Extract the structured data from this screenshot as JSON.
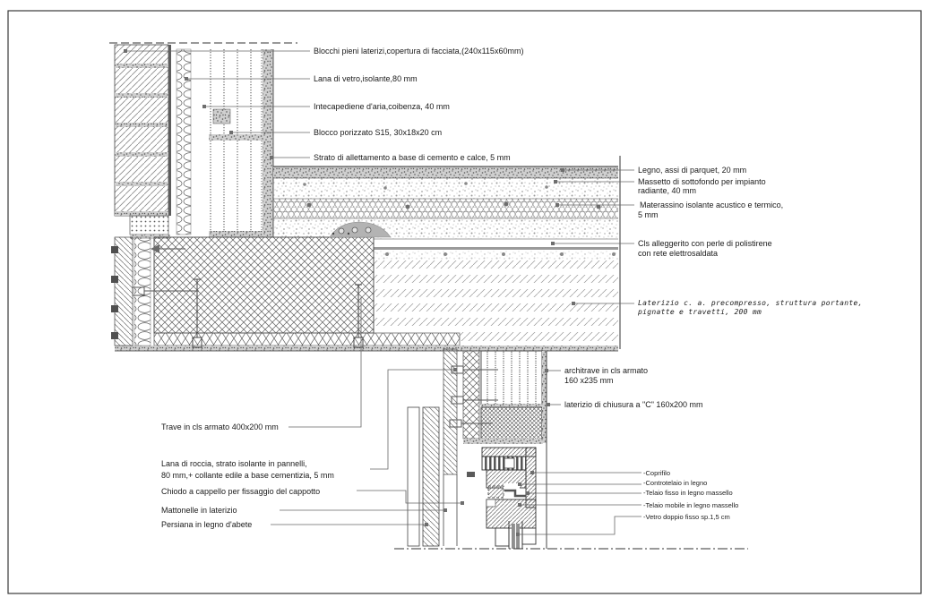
{
  "drawing": {
    "kind": "construction-detail-section",
    "language": "it"
  },
  "colors": {
    "ink": "#1a1a1a",
    "line": "#333333",
    "leader": "#666666",
    "speckle": "#777777",
    "dark_band": "#c8c8c8",
    "mound_gray": "#b3b3b3",
    "glass_gray": "#8f8f8f"
  },
  "labels": {
    "blocchi": [
      "Blocchi pieni laterizi,copertura di facciata,(240x115x60mm)"
    ],
    "lana_vetro": [
      "Lana di vetro,isolante,80 mm"
    ],
    "intercapedine": [
      "Intecapediene d'aria,coibenza, 40 mm"
    ],
    "blocco_porizzato": [
      "Blocco porizzato S15, 30x18x20 cm"
    ],
    "strato_allettamento": [
      "Strato di allettamento a base di cemento e calce, 5 mm"
    ],
    "legno": [
      "Legno, assi di parquet, 20 mm"
    ],
    "massetto": [
      "Massetto di sottofondo per impianto",
      "radiante, 40 mm"
    ],
    "materassino": [
      "Materassino isolante acustico e termico,",
      "5 mm"
    ],
    "cls_alleggerito": [
      "Cls alleggerito con perle di polistirene",
      "con rete elettrosaldata"
    ],
    "laterizio_precompresso": [
      "Laterizio c. a. precompresso, struttura portante,",
      "pignatte e travetti, 200 mm"
    ],
    "architrave": [
      "architrave in cls armato",
      "160 x235 mm"
    ],
    "laterizio_chiusura": [
      "laterizio di chiusura a \"C\" 160x200 mm"
    ],
    "trave": [
      "Trave in cls armato 400x200 mm"
    ],
    "lana_roccia": [
      "Lana di roccia, strato isolante in pannelli,",
      "80 mm,+ collante edile a base cementizia, 5 mm"
    ],
    "chiodo": [
      "Chiodo a cappello per fissaggio del cappotto"
    ],
    "mattonelle": [
      "Mattonelle in laterizio"
    ],
    "persiana": [
      "Persiana in legno d'abete"
    ],
    "coprifilo": [
      "-Coprifilo"
    ],
    "controtelaio": [
      "-Controtelaio in legno"
    ],
    "telaio_fisso": [
      "-Telaio fisso in legno massello"
    ],
    "telaio_mobile": [
      "-Telaio mobile in legno massello"
    ],
    "vetro": [
      "-Vetro doppio fisso sp.1,5 cm"
    ]
  }
}
